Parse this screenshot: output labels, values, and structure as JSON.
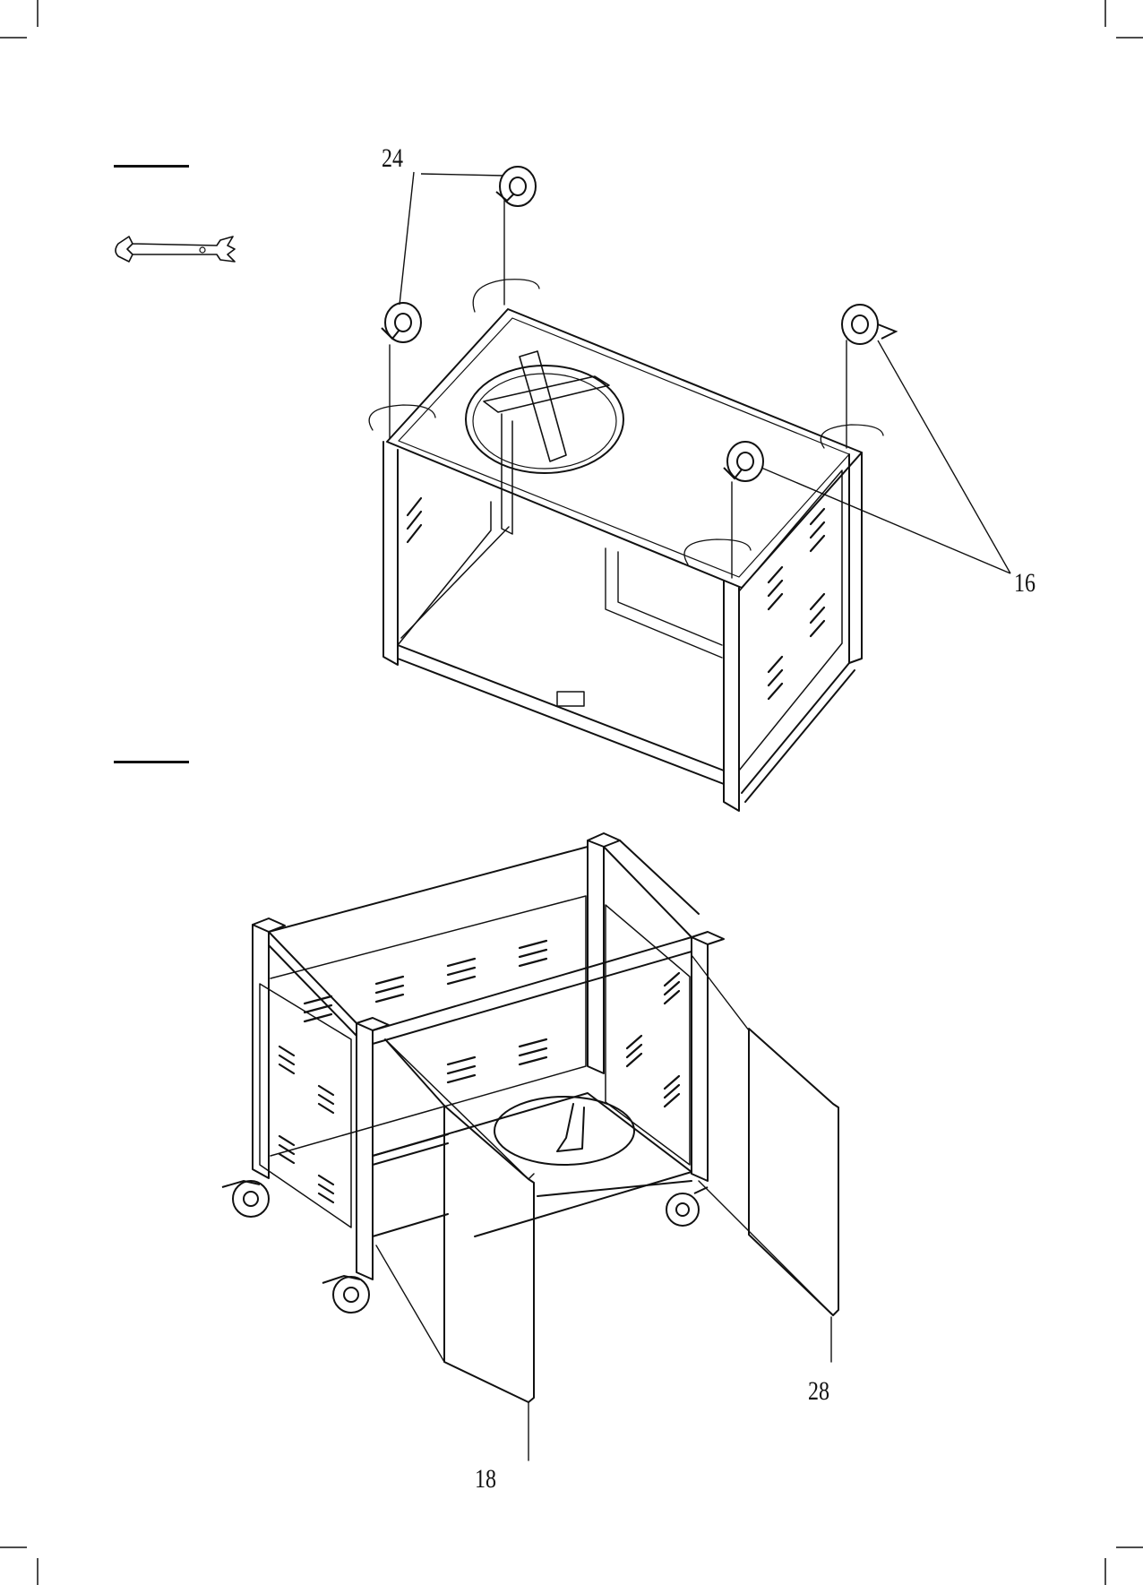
{
  "steps": [
    {
      "parts": [
        "24",
        "16"
      ],
      "tool_icon": "wrench-icon"
    },
    {
      "parts": [
        "18",
        "28"
      ]
    }
  ],
  "colors": {
    "ink": "#111111",
    "paper": "#ffffff"
  }
}
